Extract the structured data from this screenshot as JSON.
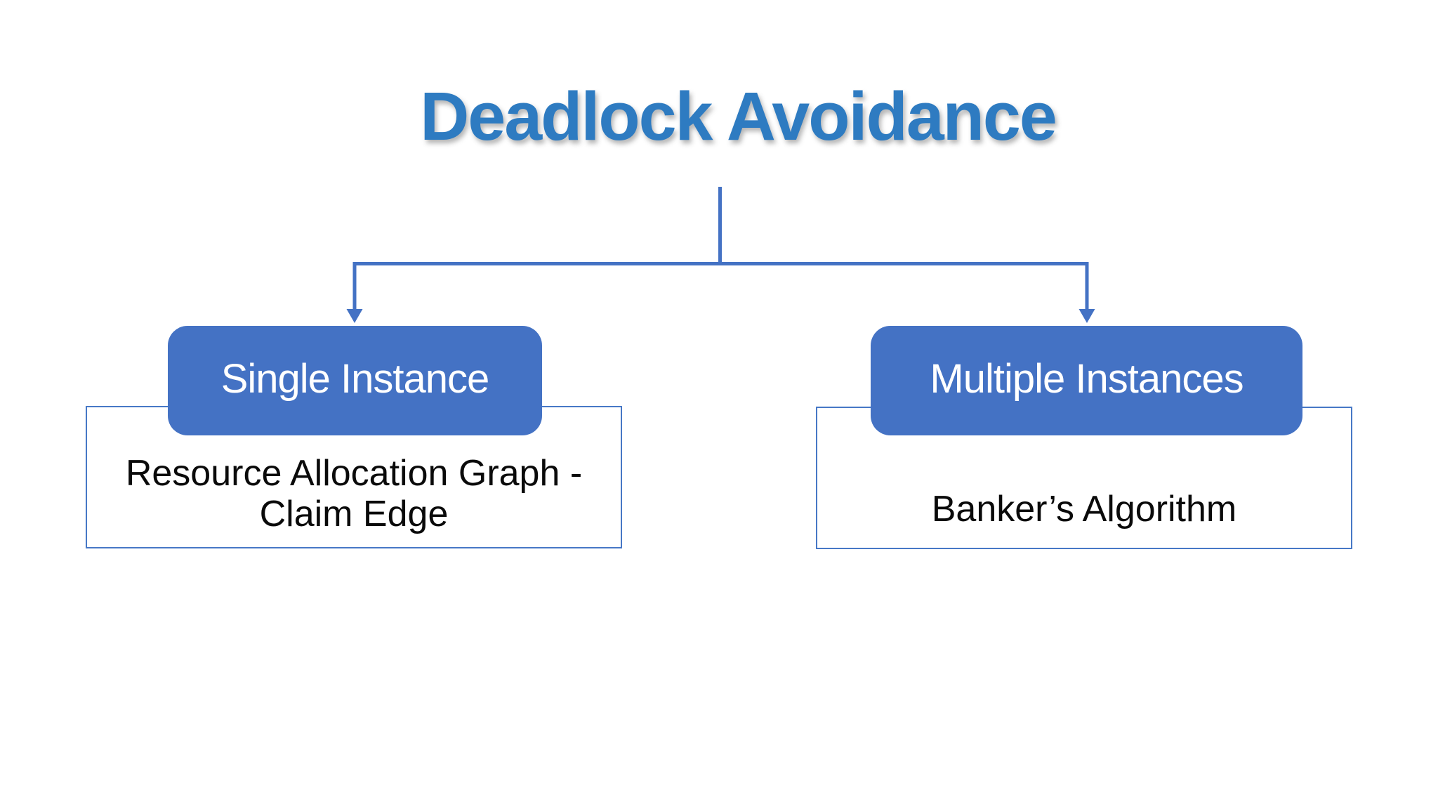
{
  "slide": {
    "title": "Deadlock Avoidance"
  },
  "tree": {
    "branches": [
      {
        "label": "Single Instance",
        "detail": "Resource Allocation Graph - Claim Edge"
      },
      {
        "label": "Multiple Instances",
        "detail": "Banker’s Algorithm"
      }
    ]
  },
  "icons": {
    "left_arrow": "arrow-down-icon",
    "right_arrow": "arrow-down-icon"
  },
  "colors": {
    "background": "#ffffff",
    "title_text": "#2e7bc1",
    "node_fill": "#4472c4",
    "node_text": "#ffffff",
    "connector": "#4472c4",
    "detail_border": "#4778c6",
    "detail_text": "#0a0a0a"
  }
}
